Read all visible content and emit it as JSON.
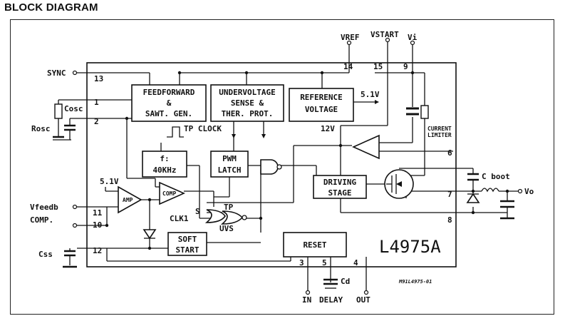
{
  "heading": "BLOCK DIAGRAM",
  "blocks": {
    "feedforward": [
      "FEEDFORWARD",
      "&",
      "SAWT. GEN."
    ],
    "undervoltage": [
      "UNDERVOLTAGE",
      "SENSE &",
      "THER. PROT."
    ],
    "reference": [
      "REFERENCE",
      "VOLTAGE"
    ],
    "oscillator": [
      "f:",
      "40KHz"
    ],
    "pwm": [
      "PWM",
      "LATCH"
    ],
    "driving": [
      "DRIVING",
      "STAGE"
    ],
    "softstart": [
      "SOFT",
      "START"
    ],
    "reset": "RESET"
  },
  "pins": {
    "sync": "SYNC",
    "rosc": "Rosc",
    "cosc": "Cosc",
    "vfeedb": "Vfeedb",
    "comp": "COMP.",
    "css": "Css",
    "vref": "VREF",
    "vstart": "VSTART",
    "vi": "Vi",
    "vo": "Vo",
    "in": "IN",
    "delay": "DELAY",
    "out": "OUT",
    "cd": "Cd",
    "cboot": "C boot"
  },
  "pin_numbers": {
    "p13": "13",
    "p1": "1",
    "p2": "2",
    "p11": "11",
    "p10": "10",
    "p12": "12",
    "p14": "14",
    "p15": "15",
    "p9": "9",
    "p6": "6",
    "p7": "7",
    "p8": "8",
    "p3": "3",
    "p5": "5",
    "p4": "4"
  },
  "labels": {
    "v51_ref": "5.1V",
    "v51_amp": "5.1V",
    "v12": "12V",
    "tp_clock": "TP CLOCK",
    "clk1": "CLK1",
    "s": "S",
    "tp": "TP",
    "uvs": "UVS",
    "amp": "AMP",
    "comp": "COMP",
    "current_limiter": [
      "CURRENT",
      "LIMITER"
    ],
    "chip": "L4975A",
    "ref_code": "M91L4975-01"
  }
}
